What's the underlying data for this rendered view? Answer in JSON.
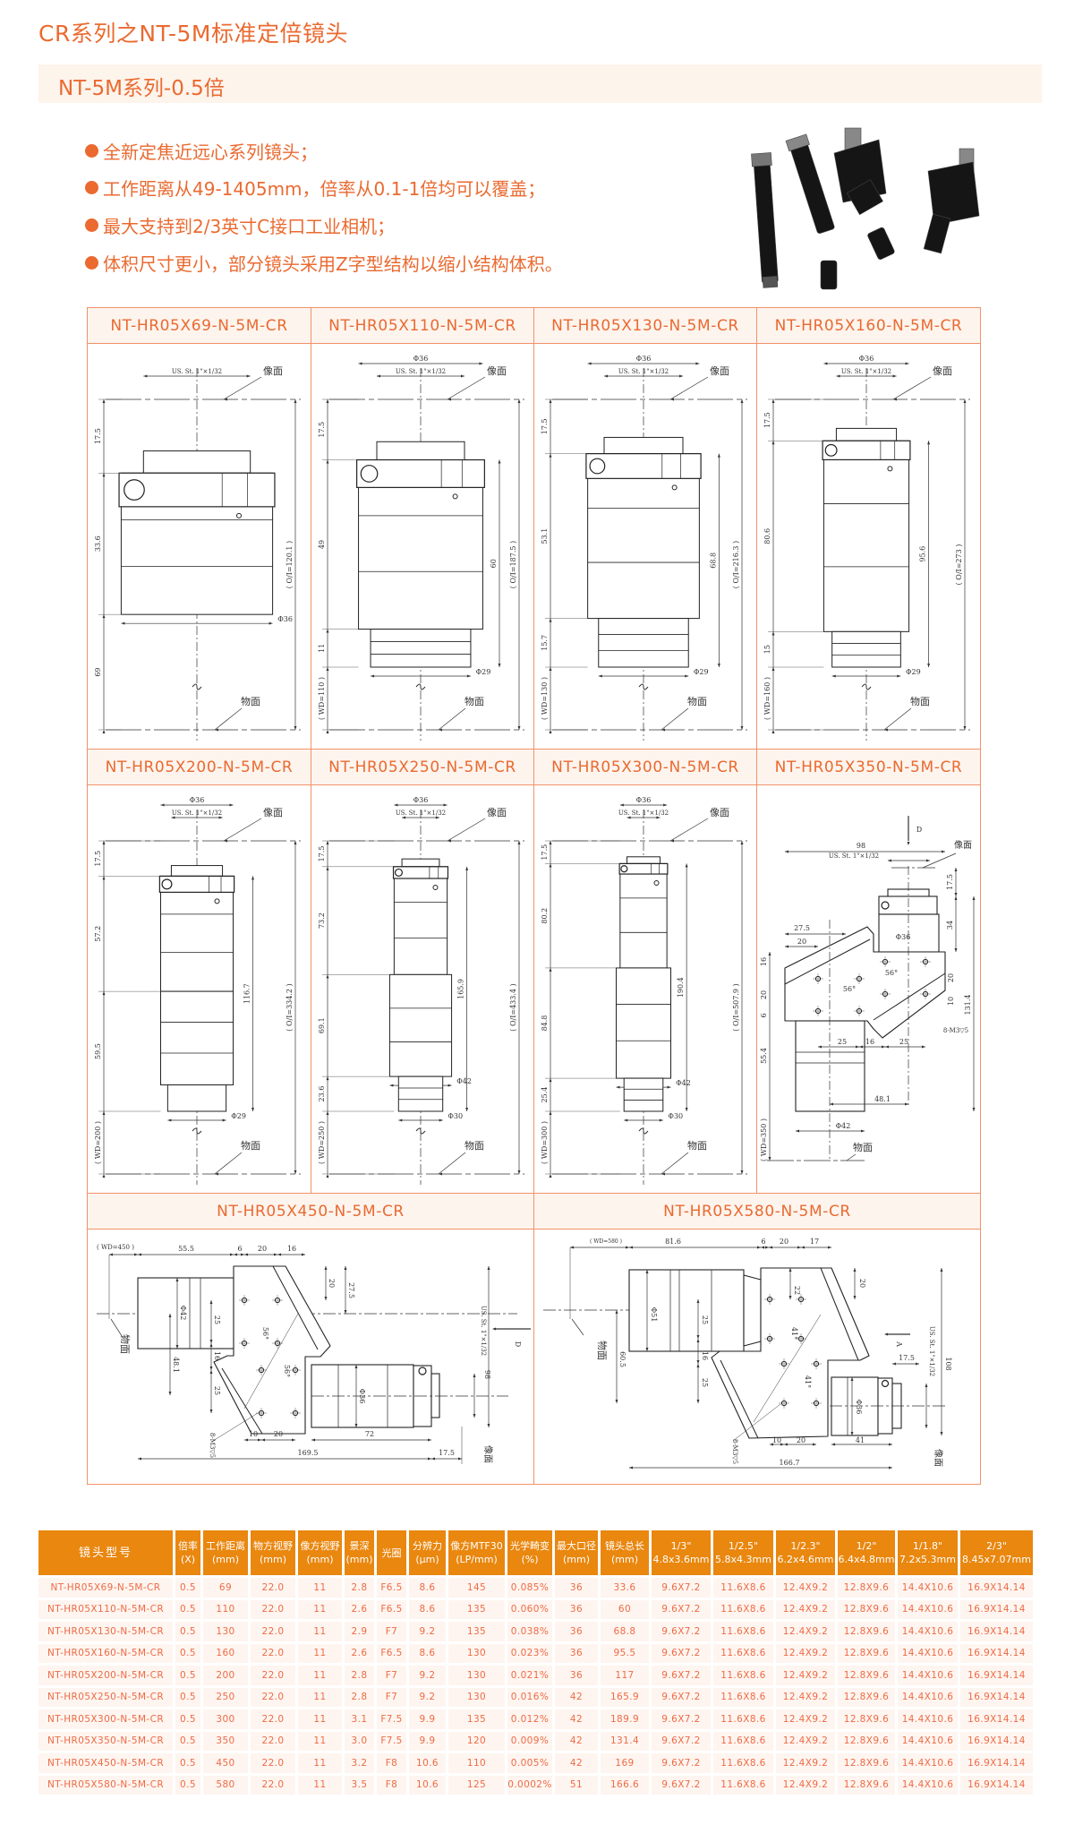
{
  "page": {
    "title": "CR系列之NT-5M标准定倍镜头",
    "banner": "NT-5M系列-0.5倍",
    "bullets": [
      "全新定焦近远心系列镜头；",
      "工作距离从49-1405mm，倍率从0.1-1倍均可以覆盖；",
      "最大支持到2/3英寸C接口工业相机；",
      "体积尺寸更小，部分镜头采用Z字型结构以缩小结构体积。"
    ]
  },
  "colors": {
    "accent": "#ea6a30",
    "table_header": "#e9870f",
    "cell_bg": "#fef5f0",
    "border": "#f2926a"
  },
  "drawings": [
    {
      "title": "NT-HR05X69-N-5M-CR",
      "kind": "straight",
      "dia_top": null,
      "thread": "US. St. 1\"×1/32",
      "image_plane": "像面",
      "object_plane": "物面",
      "segs": [
        {
          "len": 17.5,
          "label": "17.5"
        },
        {
          "len": 33.6,
          "label": "33.6",
          "dia": 36,
          "dl": "Φ36"
        }
      ],
      "wd": "69",
      "inner": null,
      "total": "( O/I=120.1 )"
    },
    {
      "title": "NT-HR05X110-N-5M-CR",
      "kind": "straight",
      "dia_top": "Φ36",
      "thread": "US. St. 1\"×1/32",
      "image_plane": "像面",
      "object_plane": "物面",
      "segs": [
        {
          "len": 17.5,
          "label": "17.5"
        },
        {
          "len": 49,
          "label": "49",
          "dia": 36
        },
        {
          "len": 11,
          "label": "11",
          "dia": 29,
          "dl": "Φ29"
        }
      ],
      "wd": "( WD=110 )",
      "inner": "60",
      "total": "( O/I=187.5 )"
    },
    {
      "title": "NT-HR05X130-N-5M-CR",
      "kind": "straight",
      "dia_top": "Φ36",
      "thread": "US. St. 1\"×1/32",
      "image_plane": "像面",
      "object_plane": "物面",
      "segs": [
        {
          "len": 17.5,
          "label": "17.5"
        },
        {
          "len": 53.1,
          "label": "53.1",
          "dia": 36
        },
        {
          "len": 15.7,
          "label": "15.7",
          "dia": 29,
          "dl": "Φ29"
        }
      ],
      "wd": "( WD=130 )",
      "inner": "68.8",
      "total": "( O/I=216.3 )"
    },
    {
      "title": "NT-HR05X160-N-5M-CR",
      "kind": "straight",
      "dia_top": "Φ36",
      "thread": "US. St. 1\"×1/32",
      "image_plane": "像面",
      "object_plane": "物面",
      "segs": [
        {
          "len": 17.5,
          "label": "17.5"
        },
        {
          "len": 80.6,
          "label": "80.6",
          "dia": 36
        },
        {
          "len": 15,
          "label": "15",
          "dia": 29,
          "dl": "Φ29"
        }
      ],
      "wd": "( WD=160 )",
      "inner": "95.6",
      "total": "( O/I=273 )"
    },
    {
      "title": "NT-HR05X200-N-5M-CR",
      "kind": "straight",
      "dia_top": "Φ36",
      "thread": "US. St. 1\"×1/32",
      "image_plane": "像面",
      "object_plane": "物面",
      "segs": [
        {
          "len": 17.5,
          "label": "17.5"
        },
        {
          "len": 57.2,
          "label": "57.2",
          "dia": 36
        },
        {
          "len": 59.5,
          "label": "59.5",
          "dia": 36,
          "tail_dia": 29,
          "dl": "Φ29"
        }
      ],
      "wd": "( WD=200 )",
      "inner": "116.7",
      "total": "( O/I=334.2 )"
    },
    {
      "title": "NT-HR05X250-N-5M-CR",
      "kind": "straight",
      "dia_top": "Φ36",
      "thread": "US. St. 1\"×1/32",
      "image_plane": "像面",
      "object_plane": "物面",
      "segs": [
        {
          "len": 17.5,
          "label": "17.5"
        },
        {
          "len": 73.2,
          "label": "73.2",
          "dia": 36
        },
        {
          "len": 69.1,
          "label": "69.1",
          "dia": 42,
          "dl": "Φ42"
        },
        {
          "len": 23.6,
          "label": "23.6",
          "dia": 30,
          "dl": "Φ30"
        }
      ],
      "wd": "( WD=250 )",
      "inner": "165.9",
      "total": "( O/I=433.4 )"
    },
    {
      "title": "NT-HR05X300-N-5M-CR",
      "kind": "straight",
      "dia_top": "Φ36",
      "thread": "US. St. 1\"×1/32",
      "image_plane": "像面",
      "object_plane": "物面",
      "segs": [
        {
          "len": 17.5,
          "label": "17.5"
        },
        {
          "len": 80.2,
          "label": "80.2",
          "dia": 36
        },
        {
          "len": 84.8,
          "label": "84.8",
          "dia": 42,
          "dl": "Φ42"
        },
        {
          "len": 25.4,
          "label": "25.4",
          "dia": 30,
          "dl": "Φ30"
        }
      ],
      "wd": "( WD=300 )",
      "inner": "190.4",
      "total": "( O/I=507.9 )"
    },
    {
      "title": "NT-HR05X350-N-5M-CR",
      "kind": "z350",
      "labels": [
        "D",
        "98",
        "US. St. 1\"×1/32",
        "像面",
        "17.5",
        "34",
        "131.4",
        "27.5",
        "20",
        "16",
        "20",
        "6",
        "Φ36",
        "56°",
        "56°",
        "20",
        "10",
        "8-M3▽5",
        "25",
        "16",
        "25",
        "55.4",
        "48.1",
        "Φ42",
        "( WD=350 )",
        "物面"
      ]
    },
    {
      "title": "NT-HR05X450-N-5M-CR",
      "kind": "z450",
      "labels": [
        "( WD=450 )",
        "55.5",
        "6",
        "20",
        "16",
        "20",
        "27.5",
        "Φ42",
        "25",
        "56°",
        "16",
        "48.1",
        "56°",
        "25",
        "Φ36",
        "US. St. 1\"×1/32",
        "98",
        "D",
        "8-M3▽5",
        "10",
        "20",
        "72",
        "169.5",
        "17.5",
        "像面",
        "物面"
      ]
    },
    {
      "title": "NT-HR05X580-N-5M-CR",
      "kind": "z580",
      "labels": [
        "( WD=580 )",
        "81.6",
        "6",
        "20",
        "17",
        "20",
        "22",
        "Φ51",
        "25",
        "16",
        "25",
        "60.5",
        "41°",
        "41°",
        "Φ36",
        "A",
        "17.5",
        "US. St. 1\"×1/32",
        "108",
        "8-M3▽5",
        "10",
        "20",
        "41",
        "166.7",
        "像面",
        "物面"
      ]
    }
  ],
  "table": {
    "headers": [
      [
        "镜头型号",
        ""
      ],
      [
        "倍率",
        "(X)"
      ],
      [
        "工作距离",
        "(mm)"
      ],
      [
        "物方视野",
        "(mm)"
      ],
      [
        "像方视野",
        "(mm)"
      ],
      [
        "景深",
        "(mm)"
      ],
      [
        "光圈",
        ""
      ],
      [
        "分辨力",
        "(μm)"
      ],
      [
        "像方MTF30",
        "(LP/mm)"
      ],
      [
        "光学畸变",
        "(%)"
      ],
      [
        "最大口径",
        "(mm)"
      ],
      [
        "镜头总长",
        "(mm)"
      ],
      [
        "1/3\"",
        "4.8x3.6mm"
      ],
      [
        "1/2.5\"",
        "5.8x4.3mm"
      ],
      [
        "1/2.3\"",
        "6.2x4.6mm"
      ],
      [
        "1/2\"",
        "6.4x4.8mm"
      ],
      [
        "1/1.8\"",
        "7.2x5.3mm"
      ],
      [
        "2/3\"",
        "8.45x7.07mm"
      ]
    ],
    "rows": [
      [
        "NT-HR05X69-N-5M-CR",
        "0.5",
        "69",
        "22.0",
        "11",
        "2.8",
        "F6.5",
        "8.6",
        "145",
        "0.085%",
        "36",
        "33.6",
        "9.6X7.2",
        "11.6X8.6",
        "12.4X9.2",
        "12.8X9.6",
        "14.4X10.6",
        "16.9X14.14"
      ],
      [
        "NT-HR05X110-N-5M-CR",
        "0.5",
        "110",
        "22.0",
        "11",
        "2.6",
        "F6.5",
        "8.6",
        "135",
        "0.060%",
        "36",
        "60",
        "9.6X7.2",
        "11.6X8.6",
        "12.4X9.2",
        "12.8X9.6",
        "14.4X10.6",
        "16.9X14.14"
      ],
      [
        "NT-HR05X130-N-5M-CR",
        "0.5",
        "130",
        "22.0",
        "11",
        "2.9",
        "F7",
        "9.2",
        "135",
        "0.038%",
        "36",
        "68.8",
        "9.6X7.2",
        "11.6X8.6",
        "12.4X9.2",
        "12.8X9.6",
        "14.4X10.6",
        "16.9X14.14"
      ],
      [
        "NT-HR05X160-N-5M-CR",
        "0.5",
        "160",
        "22.0",
        "11",
        "2.6",
        "F6.5",
        "8.6",
        "130",
        "0.023%",
        "36",
        "95.5",
        "9.6X7.2",
        "11.6X8.6",
        "12.4X9.2",
        "12.8X9.6",
        "14.4X10.6",
        "16.9X14.14"
      ],
      [
        "NT-HR05X200-N-5M-CR",
        "0.5",
        "200",
        "22.0",
        "11",
        "2.8",
        "F7",
        "9.2",
        "130",
        "0.021%",
        "36",
        "117",
        "9.6X7.2",
        "11.6X8.6",
        "12.4X9.2",
        "12.8X9.6",
        "14.4X10.6",
        "16.9X14.14"
      ],
      [
        "NT-HR05X250-N-5M-CR",
        "0.5",
        "250",
        "22.0",
        "11",
        "2.8",
        "F7",
        "9.2",
        "130",
        "0.016%",
        "42",
        "165.9",
        "9.6X7.2",
        "11.6X8.6",
        "12.4X9.2",
        "12.8X9.6",
        "14.4X10.6",
        "16.9X14.14"
      ],
      [
        "NT-HR05X300-N-5M-CR",
        "0.5",
        "300",
        "22.0",
        "11",
        "3.1",
        "F7.5",
        "9.9",
        "135",
        "0.012%",
        "42",
        "189.9",
        "9.6X7.2",
        "11.6X8.6",
        "12.4X9.2",
        "12.8X9.6",
        "14.4X10.6",
        "16.9X14.14"
      ],
      [
        "NT-HR05X350-N-5M-CR",
        "0.5",
        "350",
        "22.0",
        "11",
        "3.0",
        "F7.5",
        "9.9",
        "120",
        "0.009%",
        "42",
        "131.4",
        "9.6X7.2",
        "11.6X8.6",
        "12.4X9.2",
        "12.8X9.6",
        "14.4X10.6",
        "16.9X14.14"
      ],
      [
        "NT-HR05X450-N-5M-CR",
        "0.5",
        "450",
        "22.0",
        "11",
        "3.2",
        "F8",
        "10.6",
        "110",
        "0.005%",
        "42",
        "169",
        "9.6X7.2",
        "11.6X8.6",
        "12.4X9.2",
        "12.8X9.6",
        "14.4X10.6",
        "16.9X14.14"
      ],
      [
        "NT-HR05X580-N-5M-CR",
        "0.5",
        "580",
        "22.0",
        "11",
        "3.5",
        "F8",
        "10.6",
        "125",
        "0.0002%",
        "51",
        "166.6",
        "9.6X7.2",
        "11.6X8.6",
        "12.4X9.2",
        "12.8X9.6",
        "14.4X10.6",
        "16.9X14.14"
      ]
    ]
  }
}
